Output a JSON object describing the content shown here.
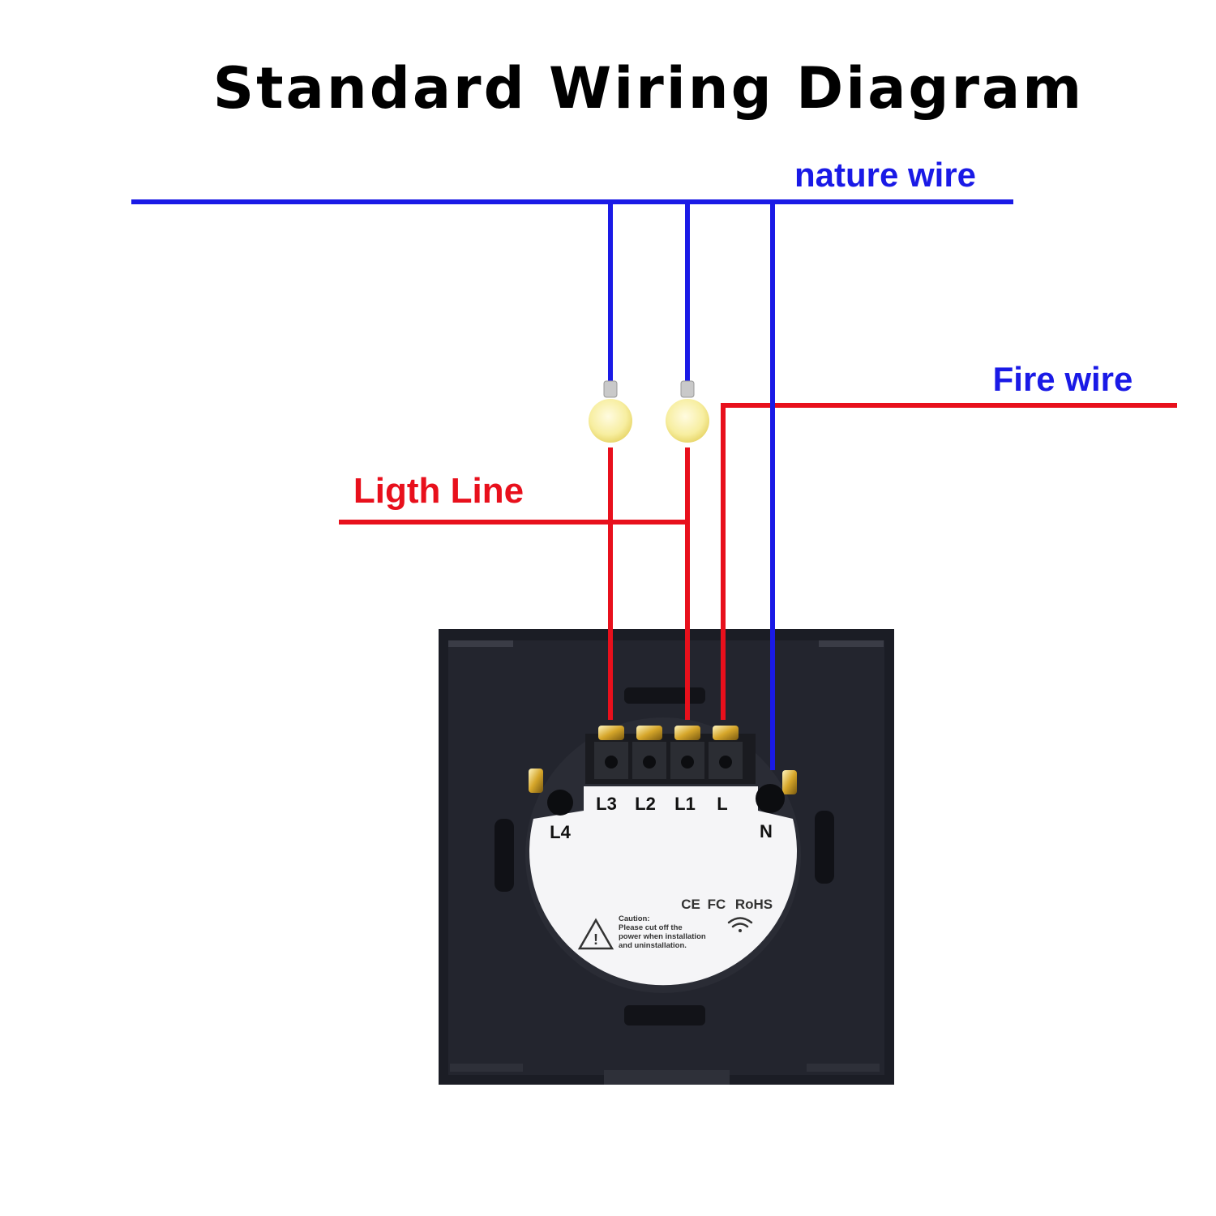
{
  "title": "Standard Wiring Diagram",
  "labels": {
    "nature_wire": "nature wire",
    "fire_wire": "Fire wire",
    "light_line": "Ligth Line"
  },
  "terminals": {
    "l3": "L3",
    "l2": "L2",
    "l1": "L1",
    "l": "L",
    "l4": "L4",
    "n": "N"
  },
  "caution": {
    "line1": "Caution:",
    "line2": "Please cut off the",
    "line3": "power when installation",
    "line4": "and uninstallation."
  },
  "certifications": {
    "ce": "CE",
    "fc": "FC",
    "rohs": "RoHS"
  },
  "colors": {
    "neutral_wire": "#1a1ae6",
    "live_wire": "#e8101c",
    "switch_body": "#1a1c24",
    "bulb": "#f7eea0"
  },
  "icons": [
    "lightbulb-icon",
    "lightbulb-icon",
    "warning-icon",
    "wifi-icon"
  ]
}
